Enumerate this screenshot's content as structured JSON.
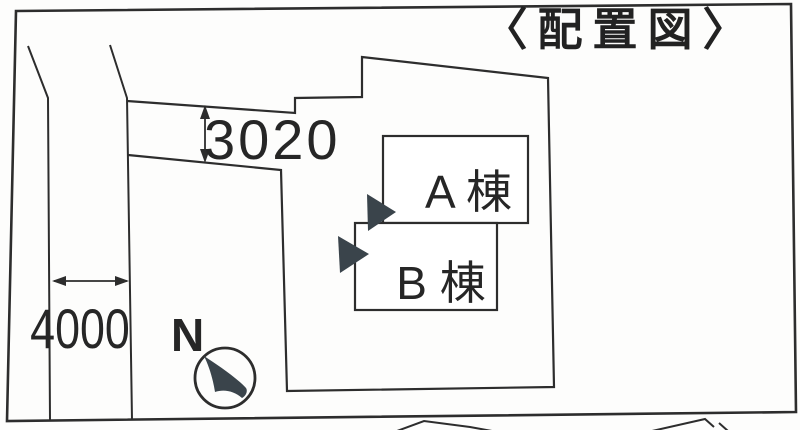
{
  "title": "〈配置図〉",
  "plan": {
    "dimensions": {
      "strip_width_mm": "3020",
      "road_width_mm": "4000"
    },
    "buildings": {
      "a_label": "A 棟",
      "b_label": "B 棟"
    },
    "compass_north": "N"
  },
  "colors": {
    "line": "#2d2d2d",
    "marker": "#3a444b",
    "background": "#fdfdfc",
    "text": "#262626"
  }
}
